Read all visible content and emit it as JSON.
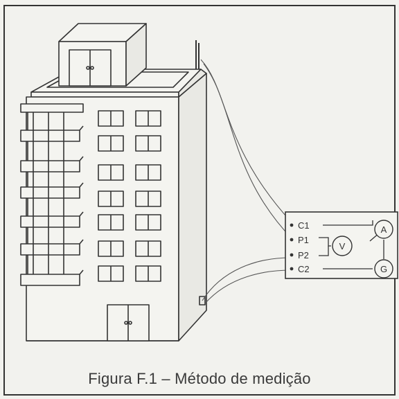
{
  "caption": "Figura F.1 – Método de medição",
  "terminals": [
    "C1",
    "P1",
    "P2",
    "C2"
  ],
  "meters": {
    "voltmeter": "V",
    "ammeter": "A",
    "generator": "G"
  }
}
